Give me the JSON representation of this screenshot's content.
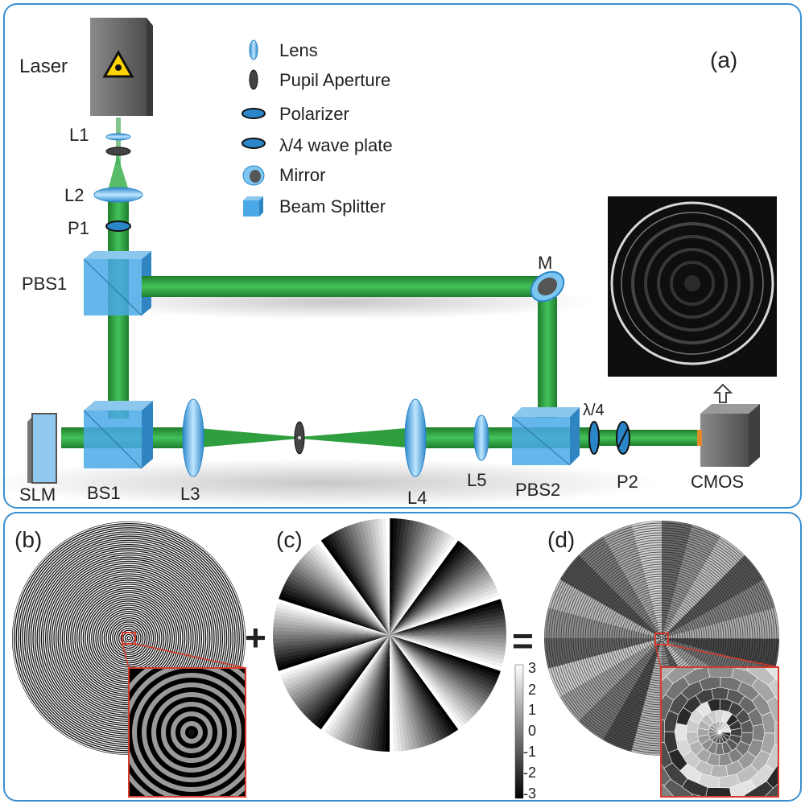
{
  "panel_a": {
    "tag": "(a)",
    "legend": [
      {
        "icon": "lens-icon",
        "label": "Lens"
      },
      {
        "icon": "pupil-aperture-icon",
        "label": "Pupil Aperture"
      },
      {
        "icon": "polarizer-icon",
        "label": "Polarizer"
      },
      {
        "icon": "wave-plate-icon",
        "label": "λ/4 wave plate"
      },
      {
        "icon": "mirror-icon",
        "label": "Mirror"
      },
      {
        "icon": "beam-splitter-icon",
        "label": "Beam Splitter"
      }
    ],
    "components": {
      "laser": "Laser",
      "l1": "L1",
      "l2": "L2",
      "p1": "P1",
      "pbs1": "PBS1",
      "m": "M",
      "slm": "SLM",
      "bs1": "BS1",
      "l3": "L3",
      "l4": "L4",
      "l5": "L5",
      "pbs2": "PBS2",
      "qwp": "λ/4",
      "p2": "P2",
      "cmos": "CMOS"
    }
  },
  "panel_b": {
    "tag": "(b)"
  },
  "panel_c": {
    "tag": "(c)",
    "colorbar_ticks": [
      "3",
      "2",
      "1",
      "0",
      "-1",
      "-2",
      "-3"
    ]
  },
  "panel_d": {
    "tag": "(d)"
  },
  "operators": {
    "plus": "+",
    "equals": "="
  },
  "colors": {
    "frame": "#3b8fd0",
    "beam": "#2e9e3e",
    "optic_blue": "#4aa9e6",
    "device_gray": "#6b6b6b"
  }
}
